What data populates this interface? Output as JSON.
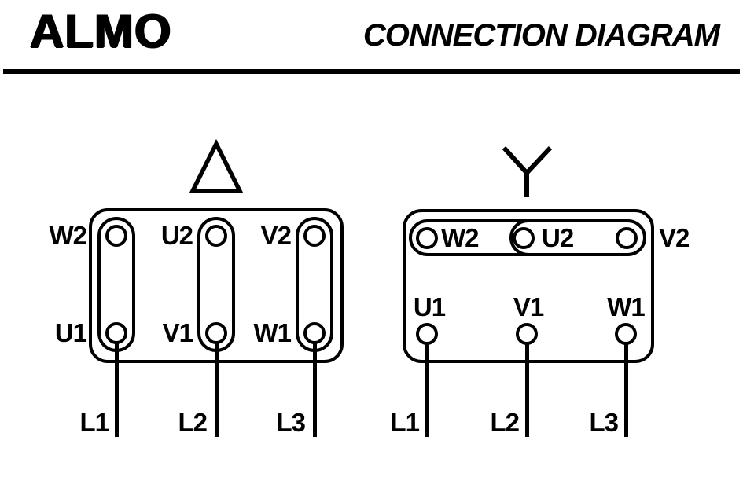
{
  "header": {
    "logo": "ALMO",
    "title": "CONNECTION DIAGRAM"
  },
  "colors": {
    "ink": "#000000",
    "background": "#ffffff"
  },
  "diagrams": {
    "delta": {
      "symbol_icon": "delta-triangle-icon",
      "top_terminals": [
        "W2",
        "U2",
        "V2"
      ],
      "bottom_terminals": [
        "U1",
        "V1",
        "W1"
      ],
      "supply_lines": [
        "L1",
        "L2",
        "L3"
      ]
    },
    "star": {
      "symbol_icon": "star-wye-icon",
      "top_terminals": [
        "W2",
        "U2",
        "V2"
      ],
      "bottom_terminals": [
        "U1",
        "V1",
        "W1"
      ],
      "supply_lines": [
        "L1",
        "L2",
        "L3"
      ]
    }
  }
}
